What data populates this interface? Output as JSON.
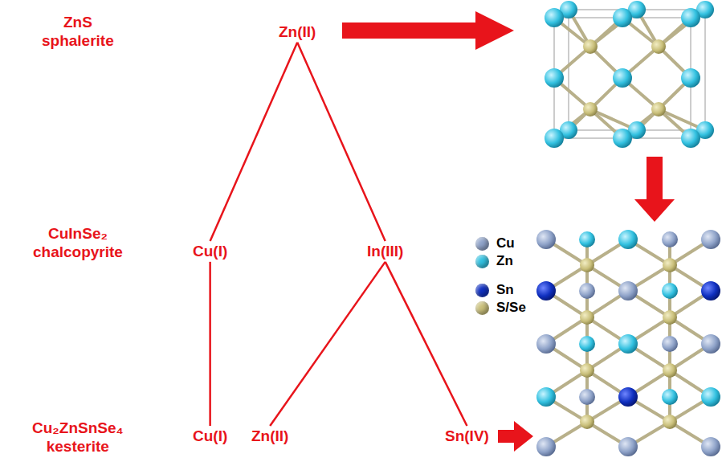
{
  "diagram": {
    "nodes": [
      {
        "text": [
          "Zn(II)"
        ]
      },
      {
        "text": [
          "Cu(I)"
        ]
      },
      {
        "text": [
          "In(III)"
        ]
      },
      {
        "text": [
          "Cu(I)"
        ]
      },
      {
        "text": [
          "Zn(II)"
        ]
      },
      {
        "text": [
          "Sn(IV)"
        ]
      }
    ],
    "edges": [
      {
        "from": 0,
        "to": 1,
        "arrow": "none"
      },
      {
        "from": 0,
        "to": 2,
        "arrow": "none"
      },
      {
        "from": 1,
        "to": 3,
        "arrow": "none"
      },
      {
        "from": 2,
        "to": 4,
        "arrow": "none"
      },
      {
        "from": 2,
        "to": 5,
        "arrow": "none"
      }
    ],
    "labels": [
      "ZnS sphalerite",
      "CuInSe₂ chalcopyrite",
      "Cu₂ZnSnSe₄ kesterite"
    ],
    "legend": [
      {
        "text": "Cu",
        "color": "#8fa3c9"
      },
      {
        "text": "Zn",
        "color": "#33c1e0"
      },
      {
        "text": "Sn",
        "color": "#1030c0"
      },
      {
        "text": "S/Se",
        "color": "#c9bf7a"
      }
    ]
  }
}
